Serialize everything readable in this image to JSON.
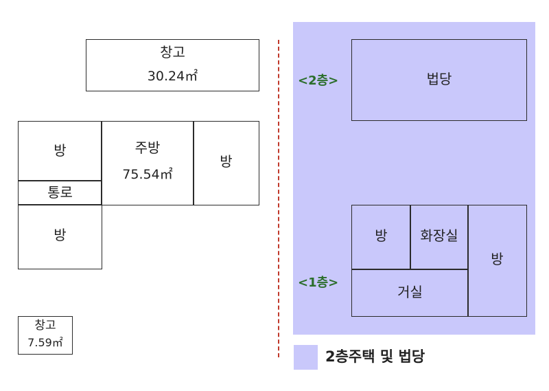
{
  "colors": {
    "floor_area": "#c9c8fb",
    "floor_tag_text": "#2b6e2b",
    "divider": "#c0392b",
    "walls": "#2a2a2a"
  },
  "left_plan": {
    "warehouse_top": {
      "name": "창고",
      "area": "30.24㎡"
    },
    "room_a": {
      "name": "방"
    },
    "passage": {
      "name": "통로"
    },
    "kitchen": {
      "name": "주방",
      "area": "75.54㎡"
    },
    "room_b": {
      "name": "방"
    },
    "room_c": {
      "name": "방"
    },
    "warehouse_small": {
      "name": "창고",
      "area": "7.59㎡"
    }
  },
  "right_plan": {
    "floor2_tag": "<2층>",
    "floor1_tag": "<1층>",
    "dharma_hall": {
      "name": "법당"
    },
    "room_left": {
      "name": "방"
    },
    "bathroom": {
      "name": "화장실"
    },
    "living": {
      "name": "거실"
    },
    "room_right": {
      "name": "방"
    }
  },
  "legend": {
    "label": "2층주택 및 법당"
  }
}
